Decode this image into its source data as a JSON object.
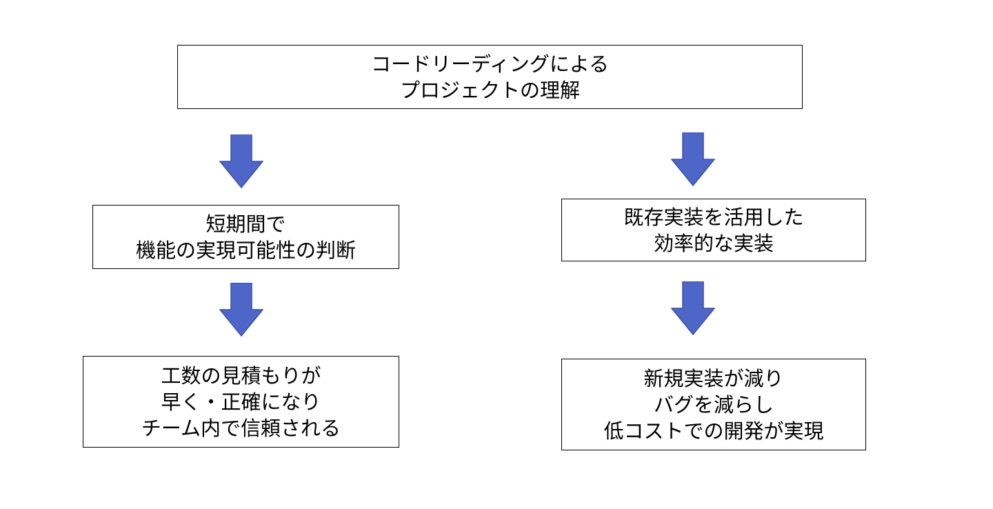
{
  "colors": {
    "arrow_fill": "#4f66c9",
    "arrow_stroke": "#3a4fa8",
    "box_border": "#000000"
  },
  "top": {
    "lines": [
      "コードリーディングによる",
      "プロジェクトの理解"
    ]
  },
  "left": {
    "box1": {
      "lines": [
        "短期間で",
        "機能の実現可能性の判断"
      ]
    },
    "box2": {
      "lines": [
        "工数の見積もりが",
        "早く・正確になり",
        "チーム内で信頼される"
      ]
    }
  },
  "right": {
    "box1": {
      "lines": [
        "既存実装を活用した",
        "効率的な実装"
      ]
    },
    "box2": {
      "lines": [
        "新規実装が減り",
        "バグを減らし",
        "低コストでの開発が実現"
      ]
    }
  }
}
